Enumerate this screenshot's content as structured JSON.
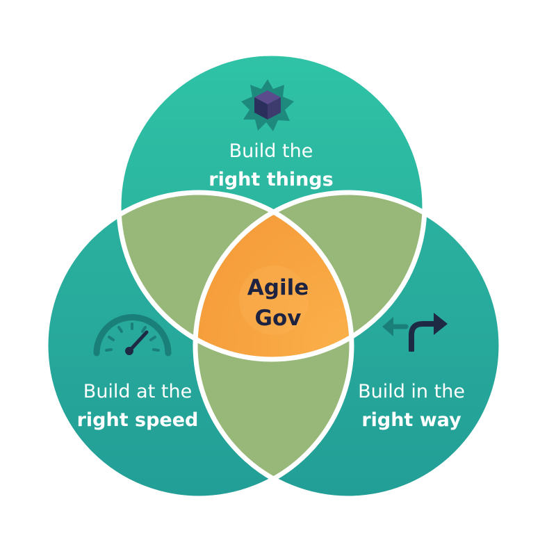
{
  "colors": {
    "circle_teal": "#2aa99b",
    "circle_teal_light": "#2fc0a5",
    "lens_green": "#97b878",
    "center_orange": "#f7a440",
    "outline_white": "#ffffff",
    "label_white": "#ffffff",
    "center_text": "#1e2342",
    "icon_dark": "#1e2a44"
  },
  "circles": [
    {
      "id": "top",
      "label_line1": "Build the",
      "label_line2": "right things",
      "icon": "cube-icon"
    },
    {
      "id": "left",
      "label_line1": "Build at the",
      "label_line2": "right speed",
      "icon": "speedometer-icon"
    },
    {
      "id": "right",
      "label_line1": "Build in the",
      "label_line2": "right way",
      "icon": "turn-arrow-icon"
    }
  ],
  "center": {
    "line1": "Agile",
    "line2": "Gov"
  }
}
